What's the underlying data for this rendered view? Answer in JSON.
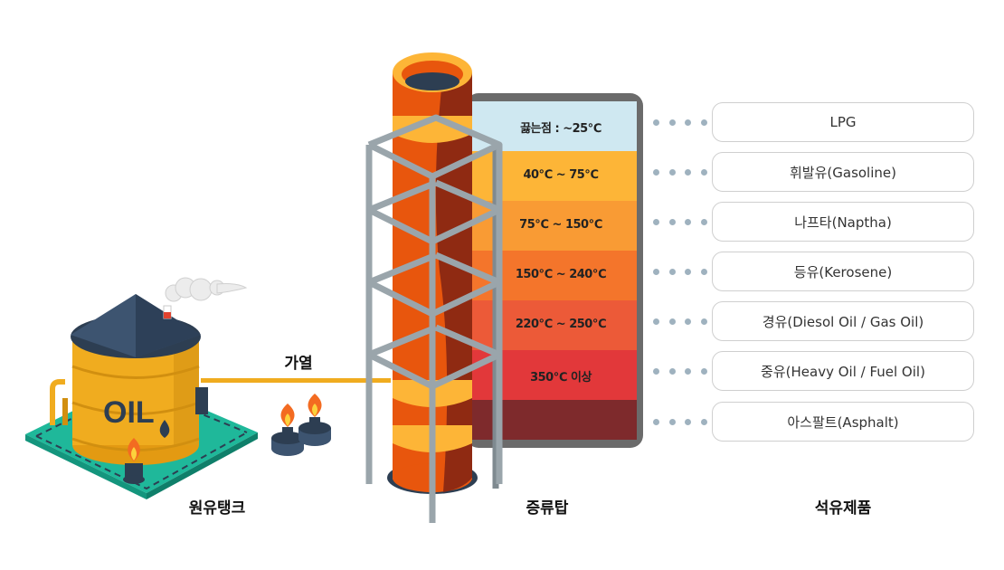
{
  "tower_bands": [
    {
      "label": "끓는점 : ~25℃",
      "color": "#cfe8f1"
    },
    {
      "label": "40℃ ~ 75℃",
      "color": "#fdb537"
    },
    {
      "label": "75℃ ~ 150℃",
      "color": "#f99b34"
    },
    {
      "label": "150℃ ~ 240℃",
      "color": "#f4752b"
    },
    {
      "label": "220℃ ~ 250℃",
      "color": "#ec5a38"
    },
    {
      "label": "350℃ 이상",
      "color": "#e2383a"
    },
    {
      "label": "",
      "color": "#7e2a2c"
    }
  ],
  "products": [
    "LPG",
    "휘발유(Gasoline)",
    "나프타(Naptha)",
    "등유(Kerosene)",
    "경유(Diesol Oil / Gas Oil)",
    "중유(Heavy Oil / Fuel Oil)",
    "아스팔트(Asphalt)"
  ],
  "tank": {
    "text": "OIL",
    "caption": "원유탱크"
  },
  "pipe_label": "가열",
  "tower_caption": "증류탑",
  "products_caption": "석유제품",
  "colors": {
    "tank_body": "#f0ac1f",
    "tank_roof": "#3d5470",
    "base": "#1fb89a",
    "tower": "#e8560d",
    "frame": "#9aa5ab",
    "panel_border": "#6b6b6b"
  }
}
